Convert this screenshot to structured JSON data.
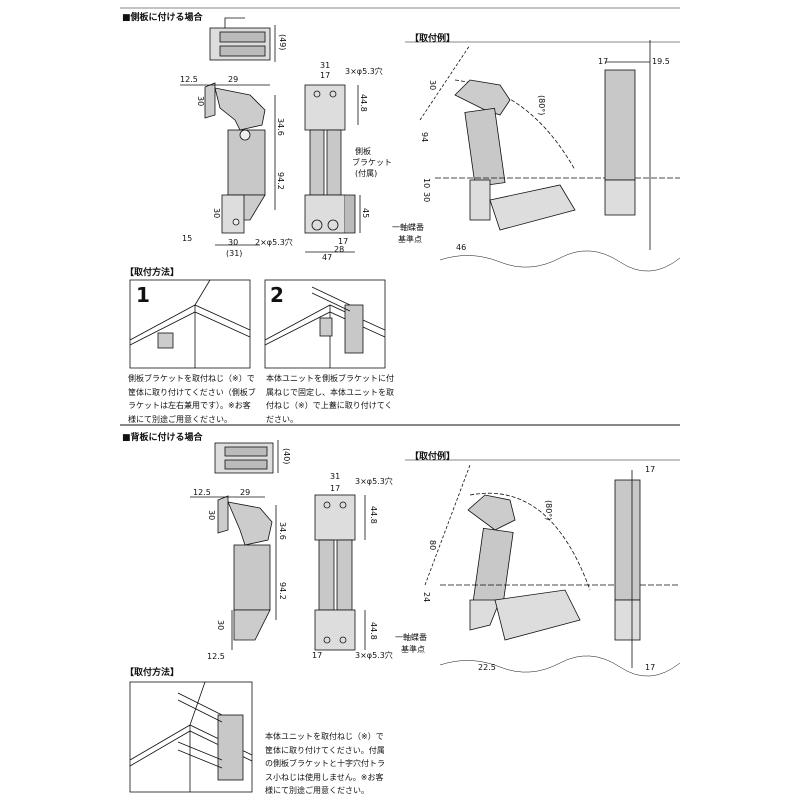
{
  "sections": [
    {
      "title": "■側板に付ける場合",
      "top_view_dim": "(49)",
      "side_dims": [
        "12.5",
        "29",
        "30",
        "34.6",
        "94.2",
        "30",
        "15",
        "30",
        "(31)",
        "2×φ5.3穴"
      ],
      "front_dims": [
        "31",
        "17",
        "3×φ5.3穴",
        "44.8",
        "45",
        "17",
        "28",
        "47"
      ],
      "bracket_label": [
        "側板",
        "ブラケット",
        "(付属)"
      ],
      "example": {
        "title": "【取付例】",
        "dims": [
          "30",
          "94",
          "10",
          "30",
          "(80°)",
          "46",
          "17",
          "19.5"
        ],
        "hinge_label": [
          "一軸蝶番",
          "基準点"
        ]
      },
      "method": {
        "title": "【取付方法】",
        "steps": [
          {
            "number": "1",
            "text": "側板ブラケットを取付ねじ（※）で筐体に取り付けてください（側板ブラケットは左右兼用です）。※お客様にて別途ご用意ください。"
          },
          {
            "number": "2",
            "text": "本体ユニットを側板ブラケットに付属ねじで固定し、本体ユニットを取付ねじ（※）で上蓋に取り付けてください。"
          }
        ]
      }
    },
    {
      "title": "■背板に付ける場合",
      "top_view_dim": "(40)",
      "side_dims": [
        "12.5",
        "29",
        "30",
        "34.6",
        "94.2",
        "30",
        "12.5"
      ],
      "front_dims": [
        "31",
        "17",
        "3×φ5.3穴",
        "44.8",
        "44.8",
        "17",
        "3×φ5.3穴"
      ],
      "example": {
        "title": "【取付例】",
        "dims": [
          "80",
          "24",
          "(80°)",
          "22.5",
          "17",
          "17"
        ],
        "hinge_label": [
          "一軸蝶番",
          "基準点"
        ]
      },
      "method": {
        "title": "【取付方法】",
        "text": "本体ユニットを取付ねじ（※）で筐体に取り付けてください。付属の側板ブラケットと十字穴付トラス小ねじは使用しません。※お客様にて別途ご用意ください。"
      }
    }
  ]
}
